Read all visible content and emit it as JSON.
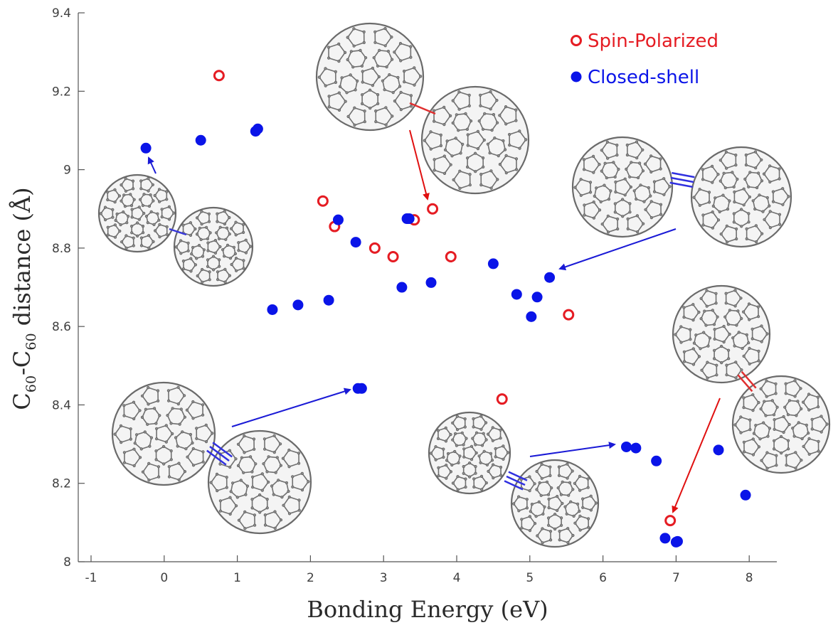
{
  "chart_data": {
    "type": "scatter",
    "xlabel": "Bonding Energy (eV)",
    "ylabel_main": "C",
    "ylabel_sub1": "60",
    "ylabel_mid": "-C",
    "ylabel_sub2": "60",
    "ylabel_tail": " distance (Å)",
    "xlim": [
      -1.2,
      8.4
    ],
    "ylim": [
      8.0,
      9.4
    ],
    "xticks": [
      "-1",
      "0",
      "1",
      "2",
      "3",
      "4",
      "5",
      "6",
      "7",
      "8"
    ],
    "xtick_values": [
      -1,
      0,
      1,
      2,
      3,
      4,
      5,
      6,
      7,
      8
    ],
    "yticks": [
      "8",
      "8.2",
      "8.4",
      "8.6",
      "8.8",
      "9",
      "9.2",
      "9.4"
    ],
    "ytick_values": [
      8.0,
      8.2,
      8.4,
      8.6,
      8.8,
      9.0,
      9.2,
      9.4
    ],
    "grid": false,
    "legend_position": "top-right",
    "series": [
      {
        "name": "Spin-Polarized",
        "color": "#e51c23",
        "marker": "open-circle",
        "points": [
          [
            0.75,
            9.24
          ],
          [
            2.17,
            8.92
          ],
          [
            2.33,
            8.855
          ],
          [
            2.88,
            8.8
          ],
          [
            3.13,
            8.778
          ],
          [
            3.42,
            8.872
          ],
          [
            3.67,
            8.9
          ],
          [
            3.92,
            8.778
          ],
          [
            5.53,
            8.63
          ],
          [
            4.62,
            8.415
          ],
          [
            6.92,
            8.105
          ]
        ]
      },
      {
        "name": "Closed-shell",
        "color": "#0a14e8",
        "marker": "filled-circle",
        "points": [
          [
            -0.25,
            9.055
          ],
          [
            0.5,
            9.075
          ],
          [
            1.25,
            9.098
          ],
          [
            1.28,
            9.104
          ],
          [
            1.48,
            8.643
          ],
          [
            1.83,
            8.655
          ],
          [
            2.25,
            8.667
          ],
          [
            2.38,
            8.872
          ],
          [
            2.62,
            8.815
          ],
          [
            3.25,
            8.7
          ],
          [
            3.32,
            8.875
          ],
          [
            3.35,
            8.875
          ],
          [
            3.65,
            8.712
          ],
          [
            4.5,
            8.76
          ],
          [
            4.82,
            8.682
          ],
          [
            5.02,
            8.625
          ],
          [
            5.1,
            8.675
          ],
          [
            5.27,
            8.725
          ],
          [
            2.65,
            8.442
          ],
          [
            2.7,
            8.442
          ],
          [
            6.32,
            8.293
          ],
          [
            6.45,
            8.29
          ],
          [
            6.73,
            8.257
          ],
          [
            6.85,
            8.06
          ],
          [
            7.0,
            8.05
          ],
          [
            7.02,
            8.052
          ],
          [
            7.58,
            8.285
          ],
          [
            7.95,
            8.17
          ]
        ]
      }
    ]
  }
}
